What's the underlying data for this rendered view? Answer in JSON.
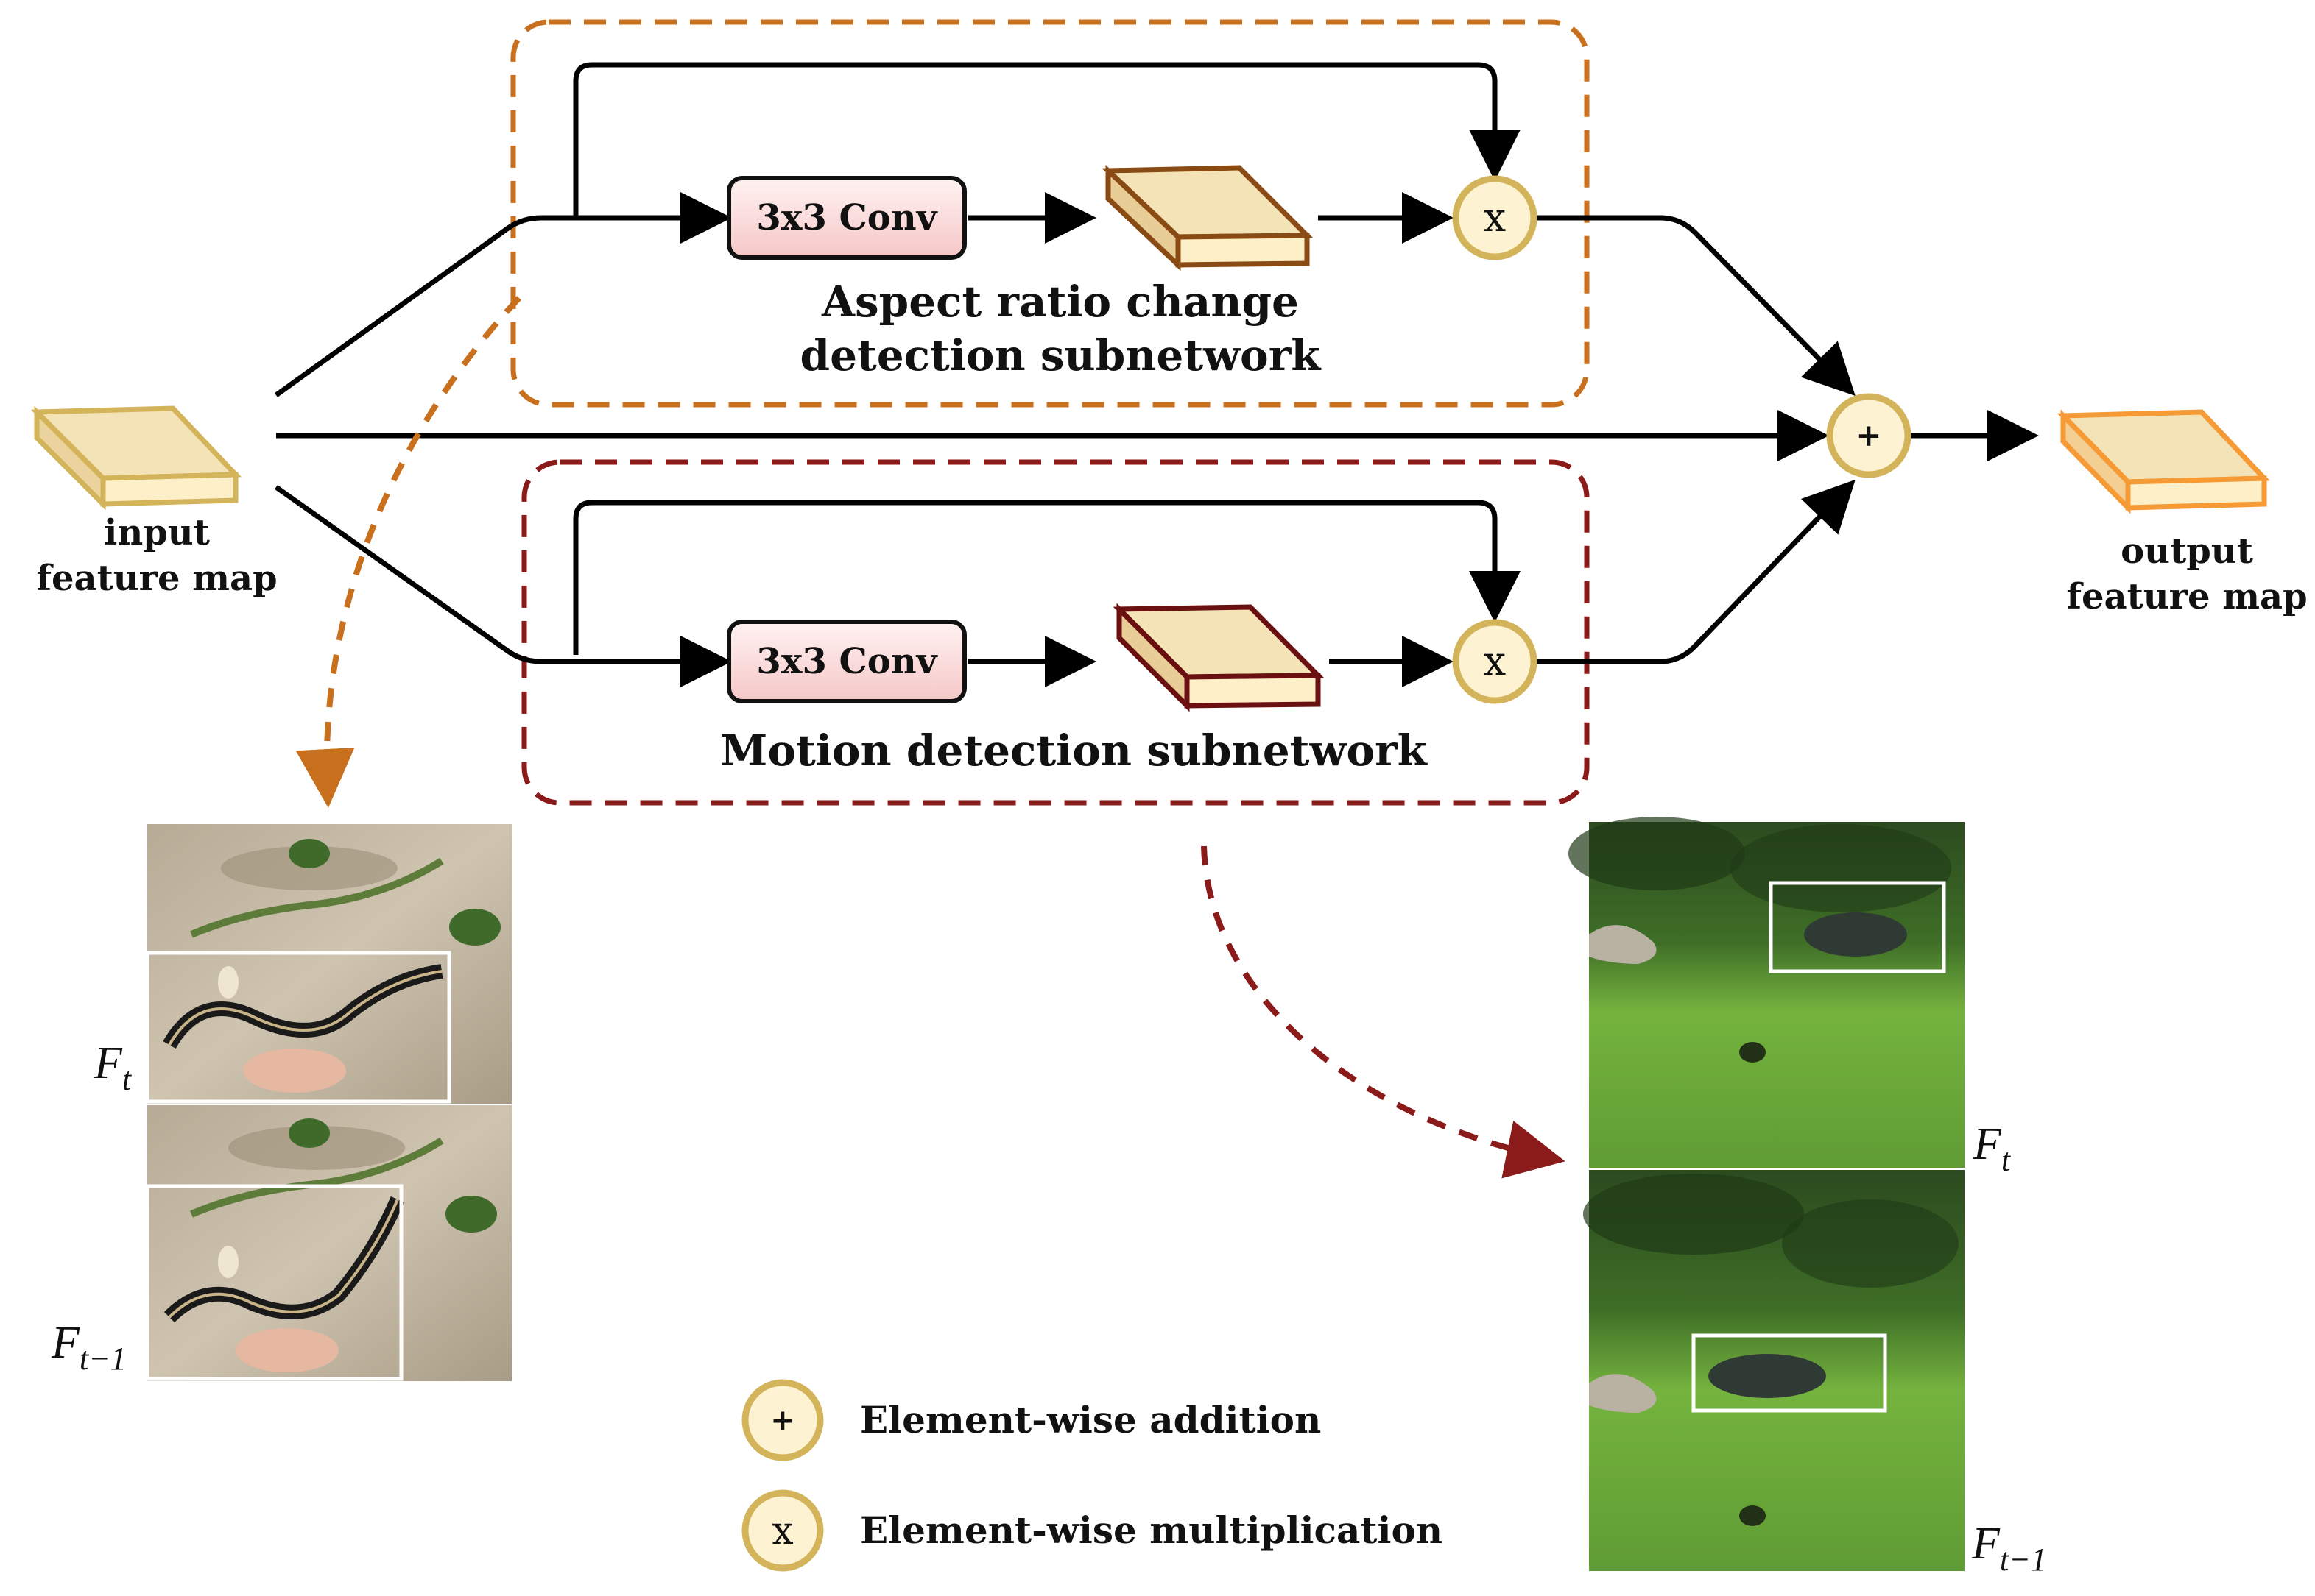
{
  "input_label": [
    "input",
    "feature map"
  ],
  "output_label": [
    "output",
    "feature map"
  ],
  "conv_label": "3x3 Conv",
  "aspect_subnetwork_label": [
    "Aspect ratio change",
    "detection subnetwork"
  ],
  "motion_subnetwork_label": "Motion detection subnetwork",
  "add_symbol": "+",
  "mult_symbol": "x",
  "legend": {
    "add": "Element-wise addition",
    "mult": "Element-wise multiplication"
  },
  "frame_labels": {
    "current": {
      "base": "F",
      "sub": "t"
    },
    "previous": {
      "base": "F",
      "sub": "t−1"
    }
  },
  "colors": {
    "aspect_box": "#c8701e",
    "motion_box": "#8b1a1a",
    "conv_fill": "#fbe0e0",
    "feature_map_fill": "#f5e3b8",
    "operator_fill": "#fdf3d3",
    "operator_stroke": "#d4b45a",
    "output_stroke": "#f59a35"
  }
}
